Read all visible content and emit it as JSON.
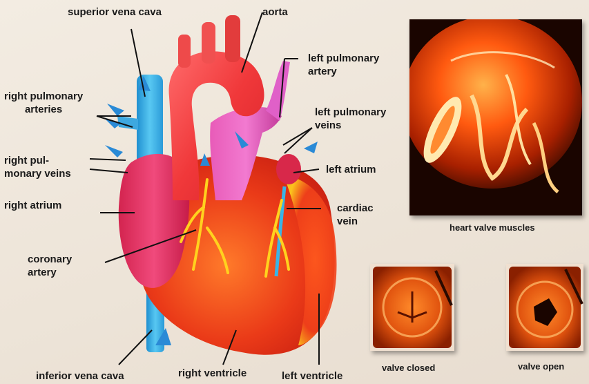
{
  "labels": {
    "superior_vena_cava": "superior vena cava",
    "aorta": "aorta",
    "left_pulmonary_artery": [
      "left pulmonary",
      "artery"
    ],
    "right_pulmonary_arteries": [
      "right pulmonary",
      "arteries"
    ],
    "left_pulmonary_veins": [
      "left pulmonary",
      "veins"
    ],
    "right_pulmonary_veins": [
      "right pul-",
      "monary veins"
    ],
    "left_atrium": "left atrium",
    "right_atrium": "right atrium",
    "cardiac_vein": [
      "cardiac",
      "vein"
    ],
    "coronary_artery": [
      "coronary",
      "artery"
    ],
    "inferior_vena_cava": "inferior vena cava",
    "right_ventricle": "right ventricle",
    "left_ventricle": "left ventricle"
  },
  "captions": {
    "heart_valve_muscles": "heart valve muscles",
    "valve_closed": "valve closed",
    "valve_open": "valve open"
  },
  "colors": {
    "vein_blue": "#35b3e6",
    "heart_red": "#e8301c",
    "atrium_pink": "#e8306a",
    "vessel_yellow": "#f7d31a",
    "photo_bg": "#1a0500"
  }
}
